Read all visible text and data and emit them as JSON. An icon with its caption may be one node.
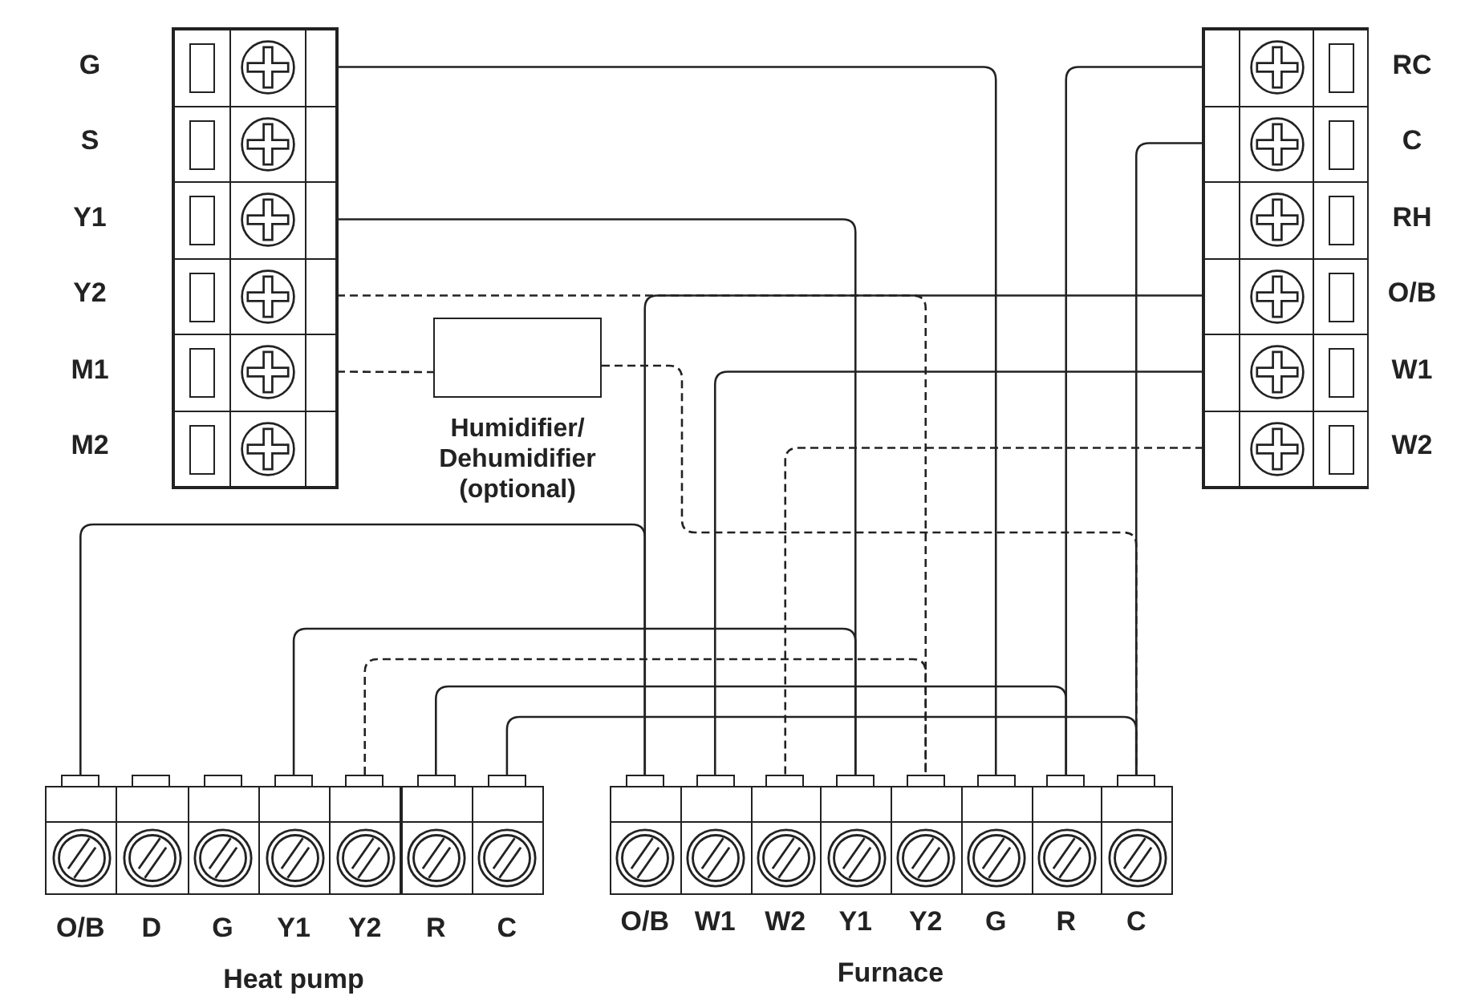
{
  "diagram": {
    "nodes": [
      {
        "text": [],
        "shape": "box"
      },
      {
        "text": [
          "G"
        ],
        "in": 0
      },
      {
        "text": [
          "S"
        ],
        "in": 0
      },
      {
        "text": [
          "Y1"
        ],
        "in": 0
      },
      {
        "text": [
          "Y2"
        ],
        "in": 0
      },
      {
        "text": [
          "M1"
        ],
        "in": 0
      },
      {
        "text": [
          "M2"
        ],
        "in": 0
      },
      {
        "text": [],
        "shape": "box"
      },
      {
        "text": [
          "RC"
        ],
        "in": 7
      },
      {
        "text": [
          "C"
        ],
        "in": 7
      },
      {
        "text": [
          "RH"
        ],
        "in": 7
      },
      {
        "text": [
          "O/B"
        ],
        "in": 7
      },
      {
        "text": [
          "W1"
        ],
        "in": 7
      },
      {
        "text": [
          "W2"
        ],
        "in": 7
      },
      {
        "text": [
          "Humidifier/ Dehumidifier (optional)"
        ]
      },
      {
        "text": [
          "Heat pump"
        ]
      },
      {
        "text": [
          "O/B"
        ],
        "in": 15
      },
      {
        "text": [
          "D"
        ],
        "in": 15
      },
      {
        "text": [
          "G"
        ],
        "in": 15
      },
      {
        "text": [
          "Y1"
        ],
        "in": 15
      },
      {
        "text": [
          "Y2"
        ],
        "in": 15
      },
      {
        "text": [
          "R"
        ],
        "in": 15
      },
      {
        "text": [
          "C"
        ],
        "in": 15
      },
      {
        "text": [
          "Furnace"
        ]
      },
      {
        "text": [
          "O/B"
        ],
        "in": 23
      },
      {
        "text": [
          "W1"
        ],
        "in": 23
      },
      {
        "text": [
          "W2"
        ],
        "in": 23
      },
      {
        "text": [
          "Y1"
        ],
        "in": 23
      },
      {
        "text": [
          "Y2"
        ],
        "in": 23
      },
      {
        "text": [
          "G"
        ],
        "in": 23
      },
      {
        "text": [
          "R"
        ],
        "in": 23
      },
      {
        "text": [
          "C"
        ],
        "in": 23
      }
    ],
    "edges": [
      {
        "from": 1,
        "to": 29,
        "arrow": "none"
      },
      {
        "from": 3,
        "to": 27,
        "arrow": "none"
      },
      {
        "from": 4,
        "to": 28,
        "arrow": "none",
        "style": "dashed"
      },
      {
        "from": 5,
        "to": 14,
        "arrow": "none",
        "style": "dashed"
      },
      {
        "from": 14,
        "to": 31,
        "arrow": "none",
        "style": "dashed"
      },
      {
        "from": 8,
        "to": 30,
        "arrow": "none"
      },
      {
        "from": 9,
        "to": 31,
        "arrow": "none"
      },
      {
        "from": 11,
        "to": 24,
        "arrow": "none"
      },
      {
        "from": 12,
        "to": 25,
        "arrow": "none"
      },
      {
        "from": 13,
        "to": 26,
        "arrow": "none",
        "style": "dashed"
      },
      {
        "from": 16,
        "to": 24,
        "arrow": "none"
      },
      {
        "from": 19,
        "to": 27,
        "arrow": "none"
      },
      {
        "from": 20,
        "to": 28,
        "arrow": "none",
        "style": "dashed"
      },
      {
        "from": 21,
        "to": 30,
        "arrow": "none"
      },
      {
        "from": 22,
        "to": 31,
        "arrow": "none"
      }
    ]
  }
}
